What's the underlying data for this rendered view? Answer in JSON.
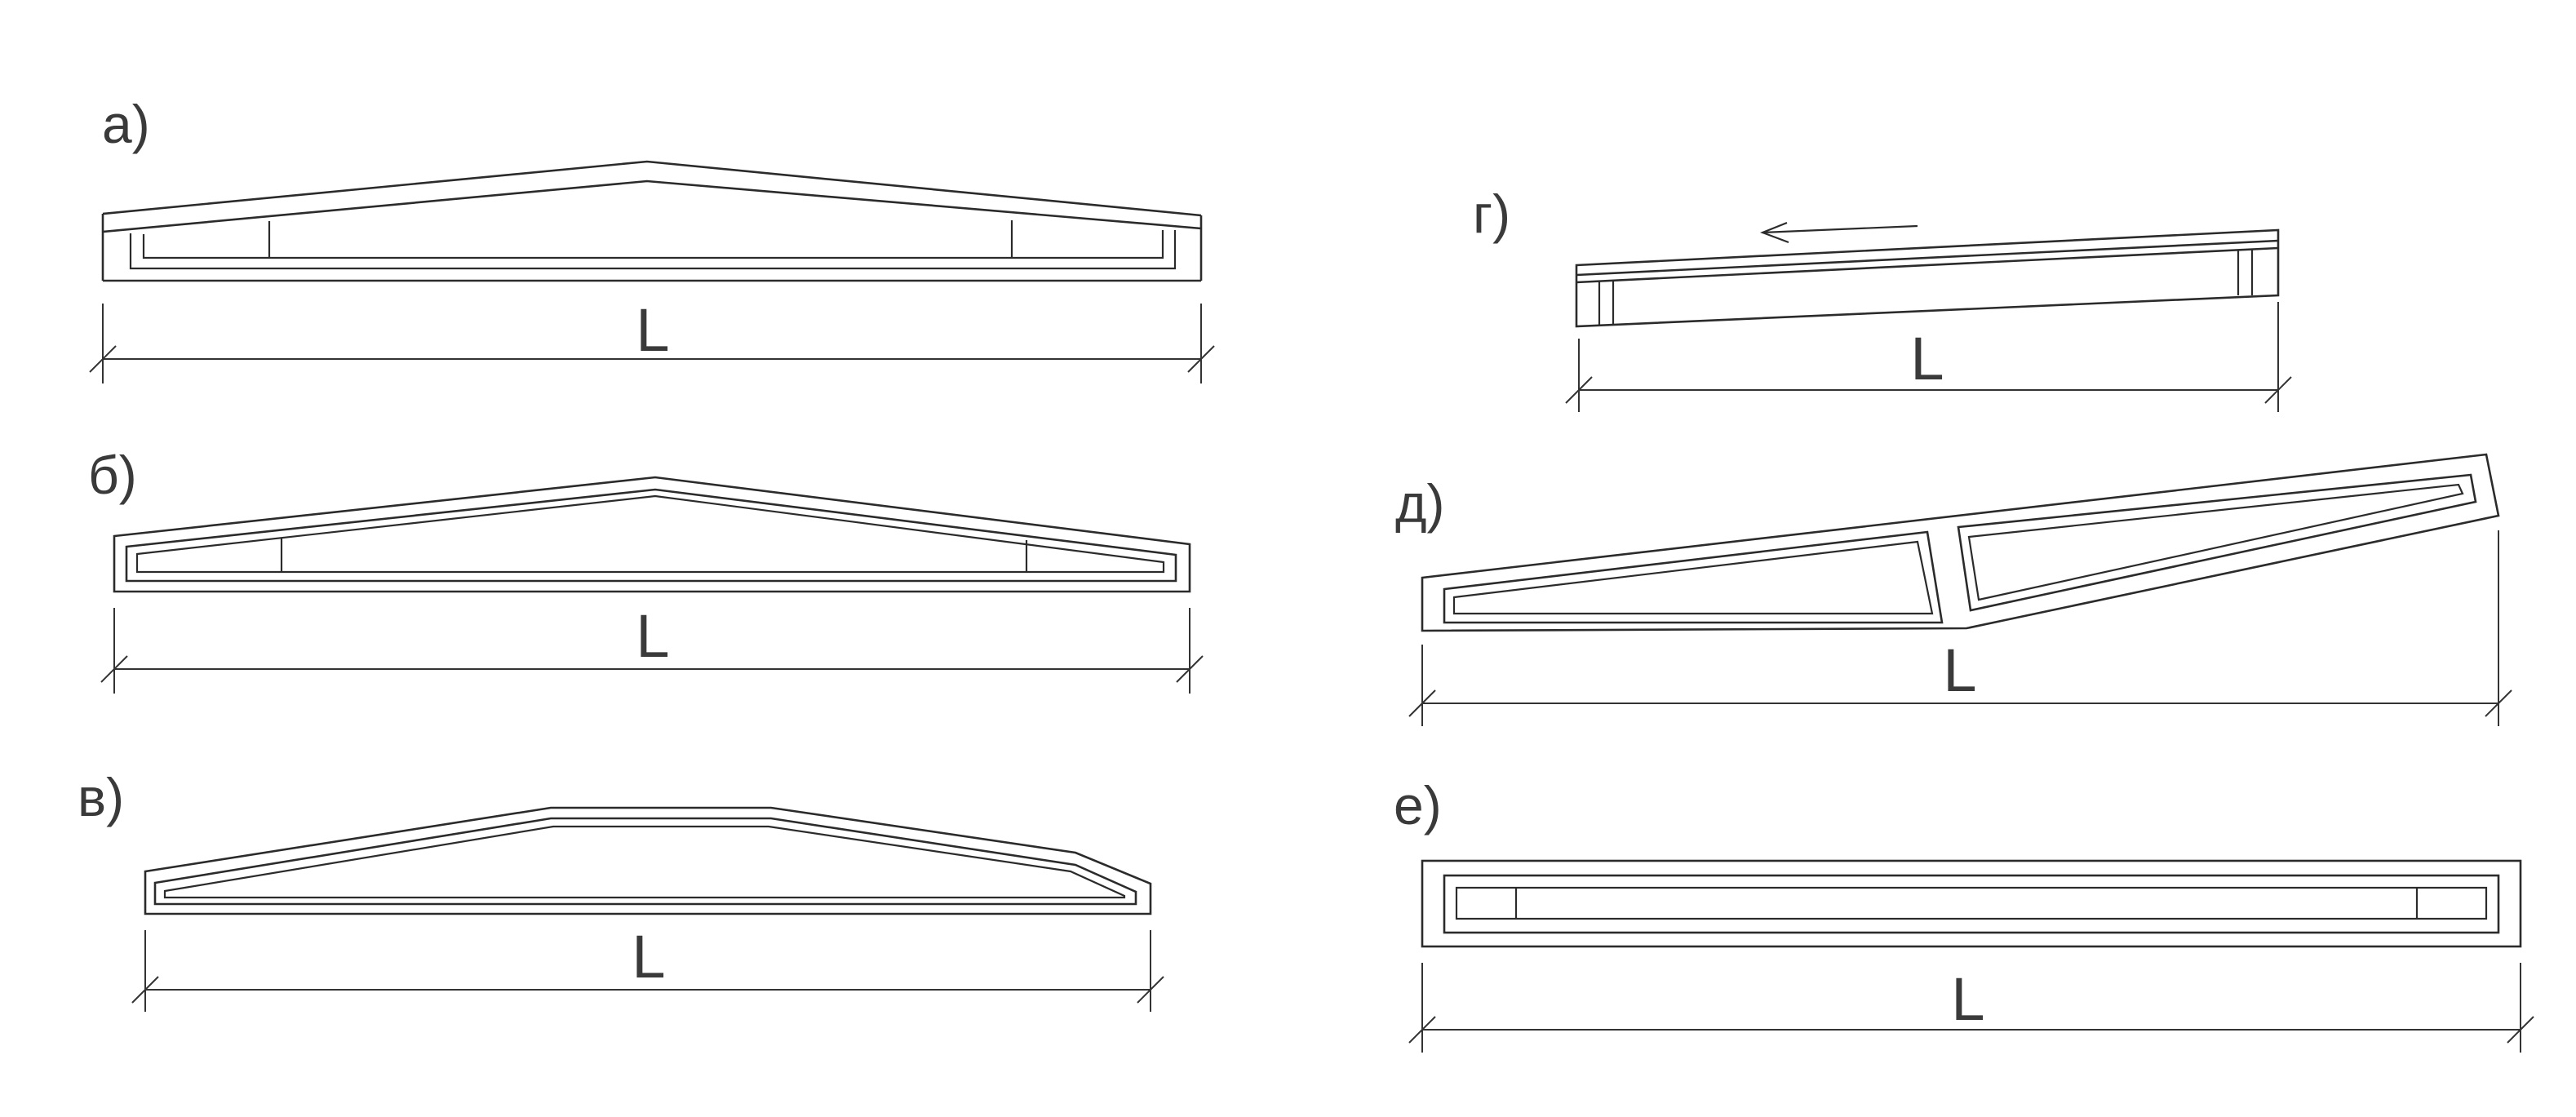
{
  "figures": {
    "a": {
      "label": "а)",
      "dimension": "L"
    },
    "b": {
      "label": "б)",
      "dimension": "L"
    },
    "v": {
      "label": "в)",
      "dimension": "L"
    },
    "g": {
      "label": "г)",
      "dimension": "L"
    },
    "d": {
      "label": "д)",
      "dimension": "L"
    },
    "e": {
      "label": "е)",
      "dimension": "L"
    }
  }
}
